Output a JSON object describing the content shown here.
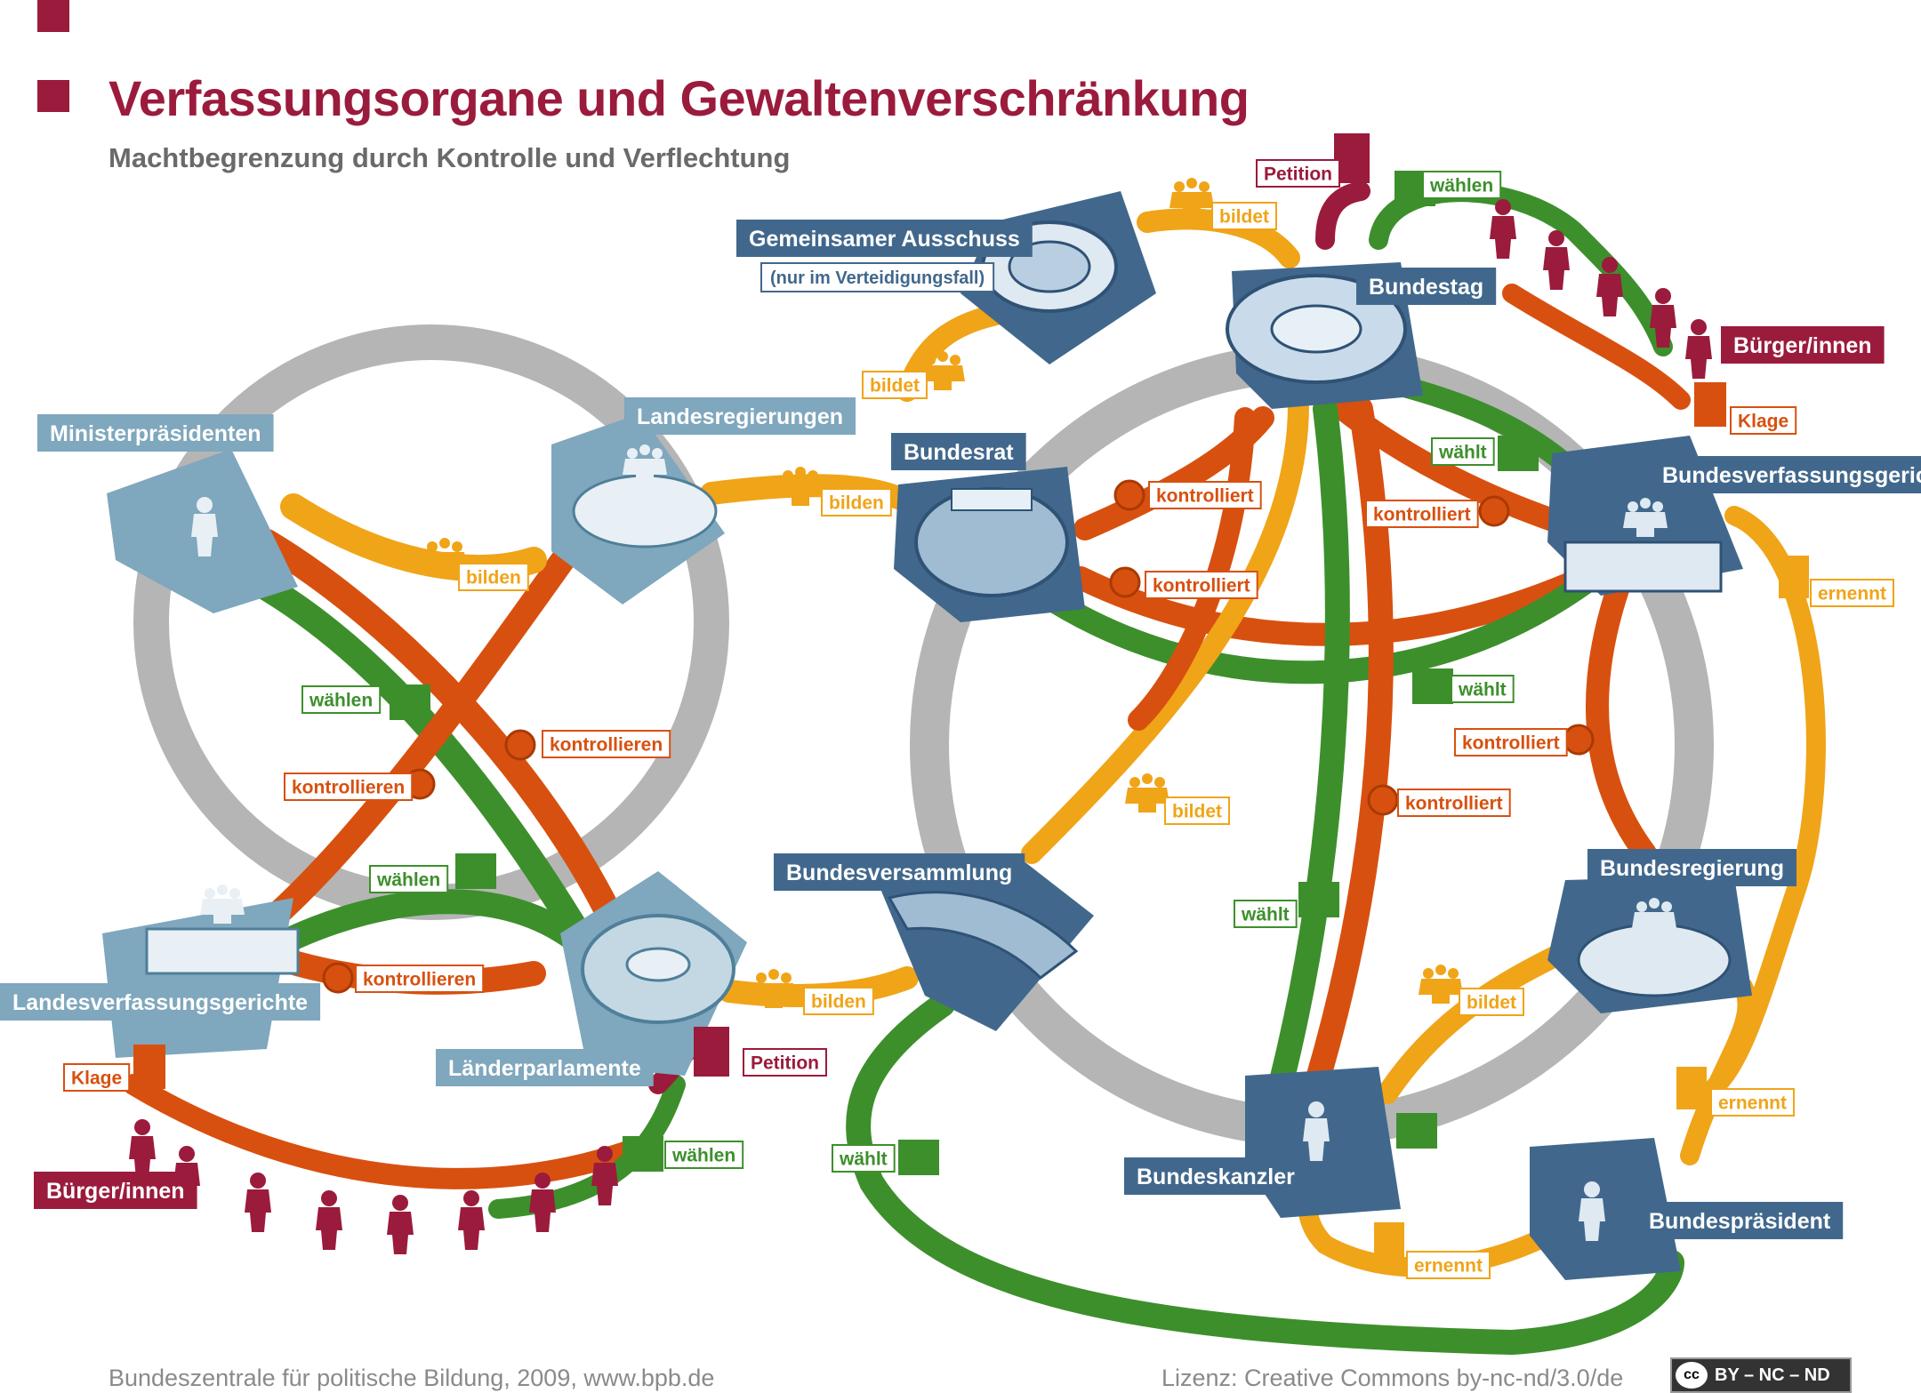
{
  "header": {
    "title": "Verfassungsorgane und Gewaltenverschränkung",
    "subtitle": "Machtbegrenzung durch Kontrolle und Verflechtung"
  },
  "footer": {
    "source": "Bundeszentrale für politische Bildung, 2009, www.bpb.de",
    "license": "Lizenz: Creative Commons by-nc-nd/3.0/de",
    "cc_badge": "BY – NC – ND",
    "cc_symbol": "cc"
  },
  "nodes": {
    "gemeinsamer_ausschuss": "Gemeinsamer Ausschuss",
    "gemeinsamer_ausschuss_note": "(nur im Verteidigungsfall)",
    "bundestag": "Bundestag",
    "buerger_bund": "Bürger/innen",
    "bundesrat": "Bundesrat",
    "bundesverfassungsgericht": "Bundesverfassungsgericht",
    "bundesversammlung": "Bundesversammlung",
    "bundesregierung": "Bundesregierung",
    "bundeskanzler": "Bundeskanzler",
    "bundespraesident": "Bundespräsident",
    "ministerpraesidenten": "Ministerpräsidenten",
    "landesregierungen": "Landesregierungen",
    "landesverfassungsgerichte": "Landesverfassungsgerichte",
    "laenderparlamente": "Länderparlamente",
    "buerger_land": "Bürger/innen"
  },
  "relations": {
    "bildet": "bildet",
    "bilden": "bilden",
    "waehlen": "wählen",
    "waehlt": "wählt",
    "kontrolliert": "kontrolliert",
    "kontrollieren": "kontrollieren",
    "ernennt": "ernennt",
    "petition": "Petition",
    "klage": "Klage"
  },
  "colors": {
    "brand": "#9b1b3c",
    "gray_ring": "#b5b5b5",
    "orange_bilden": "#f0a418",
    "green_waehlen": "#3d8f2c",
    "red_kontrolle": "#d8500f",
    "blue_bund": "#41688c",
    "blue_land": "#7fa7bd",
    "citizen": "#9b1b3c"
  }
}
